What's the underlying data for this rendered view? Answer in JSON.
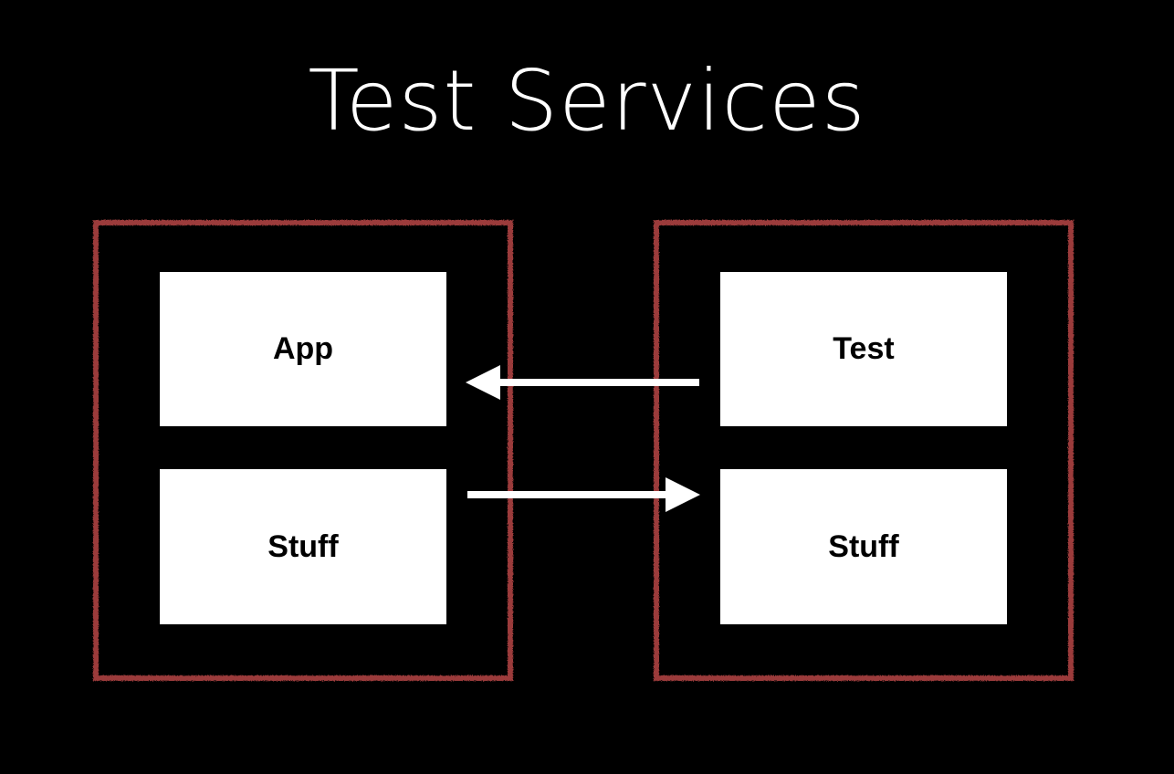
{
  "title": "Test Services",
  "colors": {
    "background": "#000000",
    "container_border": "#9b3a3a",
    "node_fill": "#ffffff",
    "arrow": "#ffffff"
  },
  "left_group": {
    "top_node": "App",
    "bottom_node": "Stuff"
  },
  "right_group": {
    "top_node": "Test",
    "bottom_node": "Stuff"
  },
  "connections": [
    {
      "from": "Test",
      "to": "App"
    },
    {
      "from": "Stuff (left)",
      "to": "Stuff (right)"
    }
  ]
}
